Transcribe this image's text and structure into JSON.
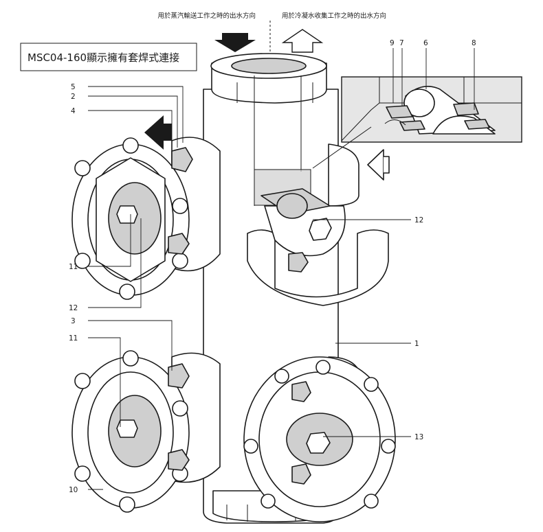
{
  "title_box": {
    "text": "MSC04-160顯示擁有套焊式連接"
  },
  "flow_labels": {
    "steam_out": "用於蒸汽輸送工作之時的出水方向",
    "condensate_out": "用於冷凝水收集工作之時的出水方向"
  },
  "callouts": [
    {
      "id": "c1",
      "text": "1"
    },
    {
      "id": "c3",
      "text": "3"
    },
    {
      "id": "c2",
      "text": "2"
    },
    {
      "id": "c4",
      "text": "4"
    },
    {
      "id": "c5",
      "text": "5"
    },
    {
      "id": "c6",
      "text": "6"
    },
    {
      "id": "c7",
      "text": "7"
    },
    {
      "id": "c8",
      "text": "8"
    },
    {
      "id": "c9",
      "text": "9"
    },
    {
      "id": "c10",
      "text": "10"
    },
    {
      "id": "c11a",
      "text": "11"
    },
    {
      "id": "c11b",
      "text": "11"
    },
    {
      "id": "c12a",
      "text": "12"
    },
    {
      "id": "c12b",
      "text": "12"
    },
    {
      "id": "c13",
      "text": "13"
    }
  ],
  "colors": {
    "ink": "#1a1a1a",
    "fill_light": "#cfcfcf",
    "fill_dark": "#9a9a9a",
    "inset_bg": "#e6e6e6"
  }
}
